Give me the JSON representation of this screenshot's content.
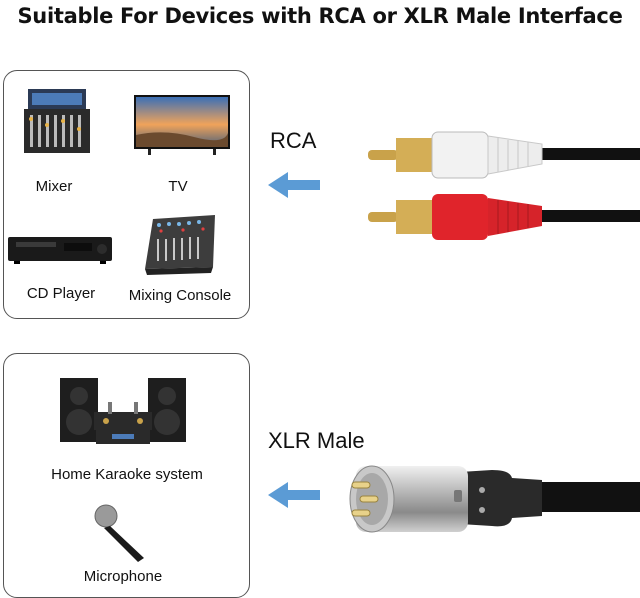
{
  "title": "Suitable For Devices with RCA or XLR Male Interface",
  "rca_panel": {
    "tag": "RCA",
    "devices": [
      {
        "label": "Mixer",
        "icon": "mixer-icon"
      },
      {
        "label": "TV",
        "icon": "tv-icon"
      },
      {
        "label": "CD Player",
        "icon": "cd-player-icon"
      },
      {
        "label": "Mixing Console",
        "icon": "mixing-console-icon"
      }
    ]
  },
  "xlr_panel": {
    "tag": "XLR Male",
    "devices": [
      {
        "label": "Home Karaoke system",
        "icon": "karaoke-system-icon"
      },
      {
        "label": "Microphone",
        "icon": "microphone-icon"
      }
    ]
  },
  "colors": {
    "arrow": "#5b9bd5",
    "rca_red": "#e0242b",
    "rca_white": "#f2f2f2",
    "cable": "#111111",
    "gold": "#c9a24a"
  }
}
